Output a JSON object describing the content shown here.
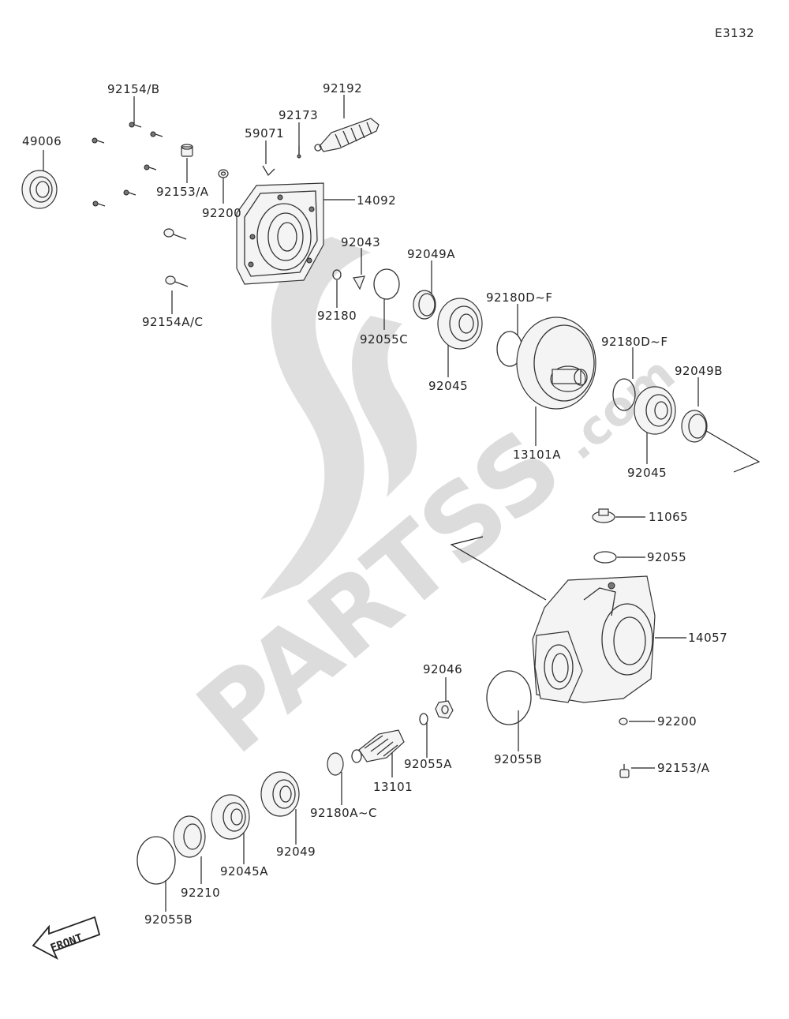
{
  "diagram_code": "E3132",
  "watermark": {
    "brand": "PARTSS",
    "suffix": ".com"
  },
  "front_label": "FRONT",
  "labels": {
    "p49006": "49006",
    "p92154b": "92154/B",
    "p92153a_top": "92153/A",
    "p92200_top": "92200",
    "p59071": "59071",
    "p92173": "92173",
    "p92192": "92192",
    "p14092": "14092",
    "p92043": "92043",
    "p92180": "92180",
    "p92055c": "92055C",
    "p92049a": "92049A",
    "p92045_top": "92045",
    "p92180df_a": "92180D~F",
    "p13101a": "13101A",
    "p92180df_b": "92180D~F",
    "p92049b": "92049B",
    "p92045_right": "92045",
    "p92154ac": "92154A/C",
    "p11065": "11065",
    "p92055": "92055",
    "p14057": "14057",
    "p92046": "92046",
    "p92055a": "92055A",
    "p92055b_mid": "92055B",
    "p92200_bot": "92200",
    "p92153a_bot": "92153/A",
    "p13101": "13101",
    "p92180ac": "92180A~C",
    "p92049": "92049",
    "p92045a": "92045A",
    "p92210": "92210",
    "p92055b_bot": "92055B"
  }
}
